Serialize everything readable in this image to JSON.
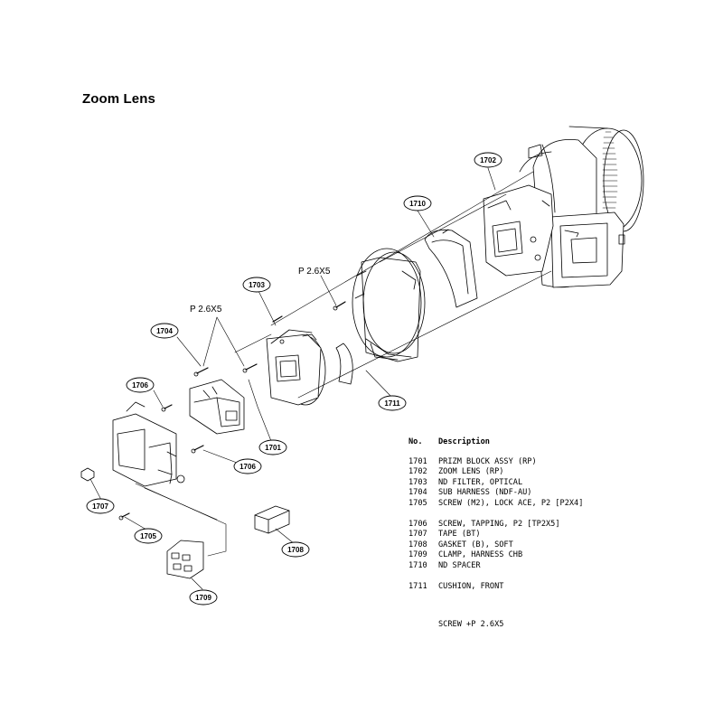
{
  "title": "Zoom Lens",
  "callouts": {
    "c1701": "1701",
    "c1702": "1702",
    "c1703": "1703",
    "c1704": "1704",
    "c1705": "1705",
    "c1706a": "1706",
    "c1706b": "1706",
    "c1707": "1707",
    "c1708": "1708",
    "c1709": "1709",
    "c1710": "1710",
    "c1711": "1711"
  },
  "screw_labels": {
    "upper": "P 2.6X5",
    "lower": "P 2.6X5"
  },
  "table": {
    "header_no": "No.",
    "header_desc": "Description",
    "rows": [
      {
        "no": "1701",
        "desc": "PRIZM BLOCK ASSY (RP)"
      },
      {
        "no": "1702",
        "desc": "ZOOM LENS (RP)"
      },
      {
        "no": "1703",
        "desc": "ND FILTER, OPTICAL"
      },
      {
        "no": "1704",
        "desc": "SUB HARNESS (NDF-AU)"
      },
      {
        "no": "1705",
        "desc": "SCREW (M2), LOCK ACE, P2 [P2X4]"
      },
      {
        "no": "1706",
        "desc": "SCREW, TAPPING, P2 [TP2X5]"
      },
      {
        "no": "1707",
        "desc": "TAPE (BT)"
      },
      {
        "no": "1708",
        "desc": "GASKET (B), SOFT"
      },
      {
        "no": "1709",
        "desc": "CLAMP, HARNESS CHB"
      },
      {
        "no": "1710",
        "desc": "ND SPACER"
      },
      {
        "no": "1711",
        "desc": "CUSHION, FRONT"
      }
    ]
  },
  "footer_note": "SCREW +P 2.6X5"
}
